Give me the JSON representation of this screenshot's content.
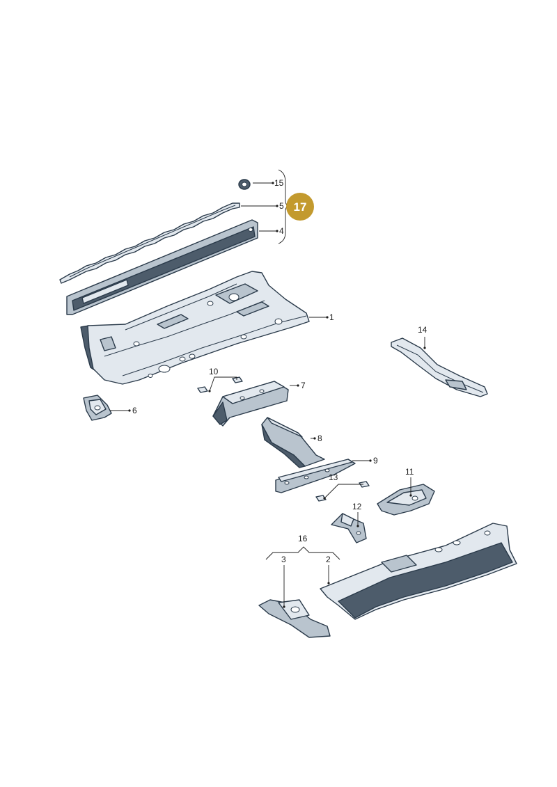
{
  "callouts": {
    "c1": "1",
    "c2": "2",
    "c3": "3",
    "c4": "4",
    "c5": "5",
    "c6": "6",
    "c7": "7",
    "c8": "8",
    "c9": "9",
    "c10": "10",
    "c11": "11",
    "c12": "12",
    "c13": "13",
    "c14": "14",
    "c15": "15",
    "c16": "16"
  },
  "badge": {
    "number": "17",
    "color": "#c39a2e"
  },
  "colors": {
    "panel_light": "#e2e8ee",
    "panel_mid": "#b9c4ce",
    "panel_dark": "#4d5c6b",
    "outline": "#2a3a4a"
  }
}
